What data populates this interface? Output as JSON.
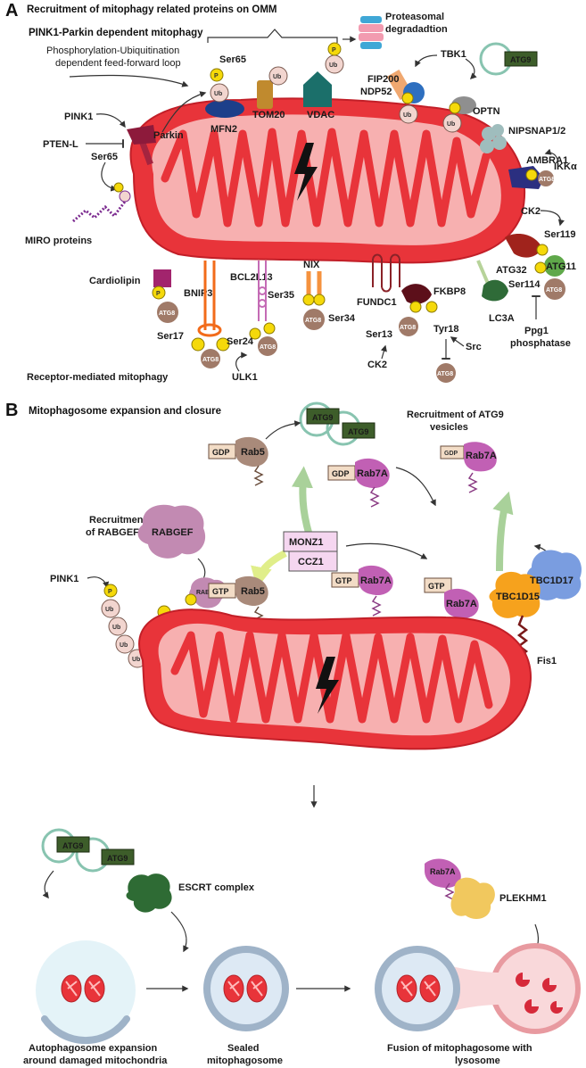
{
  "panel_a": {
    "letter": "A",
    "heading": "Recruitment of mitophagy related proteins on OMM",
    "pink1_parkin_title": "PINK1-Parkin dependent mitophagy",
    "loop_line1": "Phosphorylation-Ubiquitination",
    "loop_line2": "dependent feed-forward loop",
    "proteasomal_line1": "Proteasomal",
    "proteasomal_line2": "degradadtion",
    "labels": {
      "pink1": "PINK1",
      "pten_l": "PTEN-L",
      "ser65_left": "Ser65",
      "parkin": "Parkin",
      "miro": "MIRO proteins",
      "ser65_top": "Ser65",
      "mfn2": "MFN2",
      "tom20": "TOM20",
      "vdac": "VDAC",
      "tbk1": "TBK1",
      "fip200": "FIP200",
      "ndp52": "NDP52",
      "optn": "OPTN",
      "nipsnap": "NIPSNAP1/2",
      "ambra1": "AMBRA1",
      "ikka": "IKKα",
      "ck2_right": "CK2",
      "ser119": "Ser119",
      "atg32": "ATG32",
      "atg11": "ATG11",
      "ser114": "Ser114",
      "ppg1_line1": "Ppg1",
      "ppg1_line2": "phosphatase",
      "cardiolipin": "Cardiolipin",
      "bnip3": "BNIP3",
      "bcl2l13": "BCL2L13",
      "nix": "NIX",
      "ser35": "Ser35",
      "ser34": "Ser34",
      "fundc1": "FUNDC1",
      "fkbp8": "FKBP8",
      "lc3a": "LC3A",
      "ser17": "Ser17",
      "ser24": "Ser24",
      "ser13": "Ser13",
      "tyr18": "Tyr18",
      "src": "Src",
      "ck2_bottom": "CK2",
      "ulk1": "ULK1",
      "receptor_mediated": "Receptor-mediated mitophagy"
    },
    "glyphs": {
      "p": "P",
      "ub": "Ub",
      "atg8": "ATG8",
      "atg9": "ATG9"
    }
  },
  "panel_b": {
    "letter": "B",
    "heading": "Mitophagosome expansion and closure",
    "atg9_recruit_line1": "Recruitment of ATG9",
    "atg9_recruit_line2": "vesicles",
    "rabgef_recruit_line1": "Recruitment",
    "rabgef_recruit_line2": "of RABGEF",
    "labels": {
      "rabgef": "RABGEF",
      "pink1": "PINK1",
      "gdp": "GDP",
      "gtp": "GTP",
      "rab5": "Rab5",
      "rab7a": "Rab7A",
      "monz1": "MONZ1",
      "ccz1": "CCZ1",
      "tbc1d17": "TBC1D17",
      "tbc1d15": "TBC1D15",
      "fis1": "Fis1",
      "atg9": "ATG9",
      "escrt": "ESCRT complex",
      "plekhm1": "PLEKHM1"
    },
    "captions": {
      "expansion_line1": "Autophagosome expansion",
      "expansion_line2": "around damaged mitochondria",
      "sealed_line1": "Sealed",
      "sealed_line2": "mitophagosome",
      "fusion_line1": "Fusion of mitophagosome with",
      "fusion_line2": "lysosome"
    }
  },
  "colors": {
    "mito_outer": "#e8343a",
    "mito_inner": "#f7b0b0",
    "phospho": "#f5d90a",
    "ubiquitin": "#f2d5cf",
    "atg8": "#a07a68",
    "atg9_box": "#3d5d2a",
    "rab7a": "#c160b4",
    "rab5": "#a98a7a",
    "lysosome": "#f3b4b6",
    "phagophore": "#9fb3c8"
  }
}
